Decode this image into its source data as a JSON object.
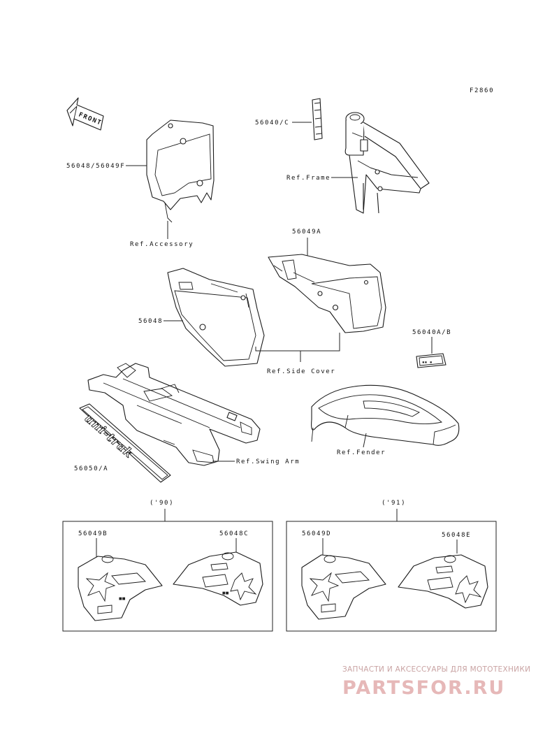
{
  "figure_code": "F2860",
  "front_label": "FRONT",
  "labels": {
    "p56040C": "56040/C",
    "p56048_56049F": "56048/56049F",
    "ref_frame": "Ref.Frame",
    "ref_accessory": "Ref.Accessory",
    "p56049A": "56049A",
    "p56048": "56048",
    "p56040AB": "56040A/B",
    "ref_side_cover": "Ref.Side Cover",
    "ref_fender": "Ref.Fender",
    "ref_swing_arm": "Ref.Swing Arm",
    "p56050A": "56050/A"
  },
  "decal_text": "uni-trak",
  "panels": [
    {
      "year": "('90)",
      "left_part": "56049B",
      "right_part": "56048C"
    },
    {
      "year": "('91)",
      "left_part": "56049D",
      "right_part": "56048E"
    }
  ],
  "watermark": {
    "tagline": "ЗАПЧАСТИ И АКСЕССУАРЫ ДЛЯ МОТОТЕХНИКИ",
    "brand": "PARTSFOR.RU",
    "color": "#e6b8b8"
  }
}
